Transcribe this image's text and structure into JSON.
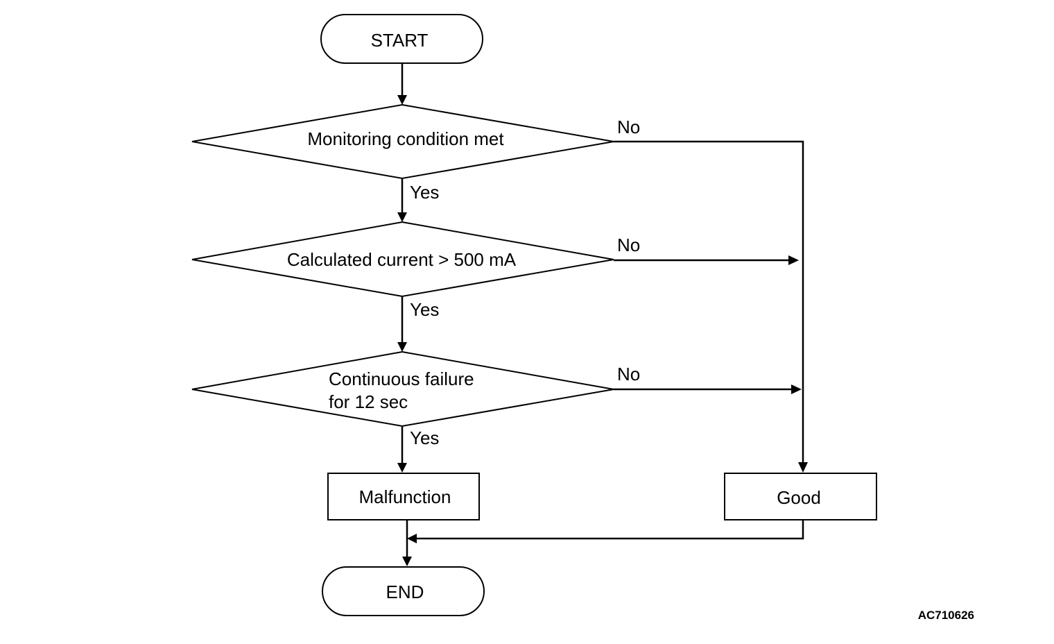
{
  "flowchart": {
    "start": "START",
    "decisions": [
      {
        "lines": [
          "Monitoring condition met"
        ],
        "yes": "Yes",
        "no": "No"
      },
      {
        "lines": [
          "Calculated current > 500 mA"
        ],
        "yes": "Yes",
        "no": "No"
      },
      {
        "lines": [
          "Continuous failure",
          "for 12 sec"
        ],
        "yes": "Yes",
        "no": "No"
      }
    ],
    "malfunction": "Malfunction",
    "good": "Good",
    "end": "END"
  },
  "reference_code": "AC710626"
}
